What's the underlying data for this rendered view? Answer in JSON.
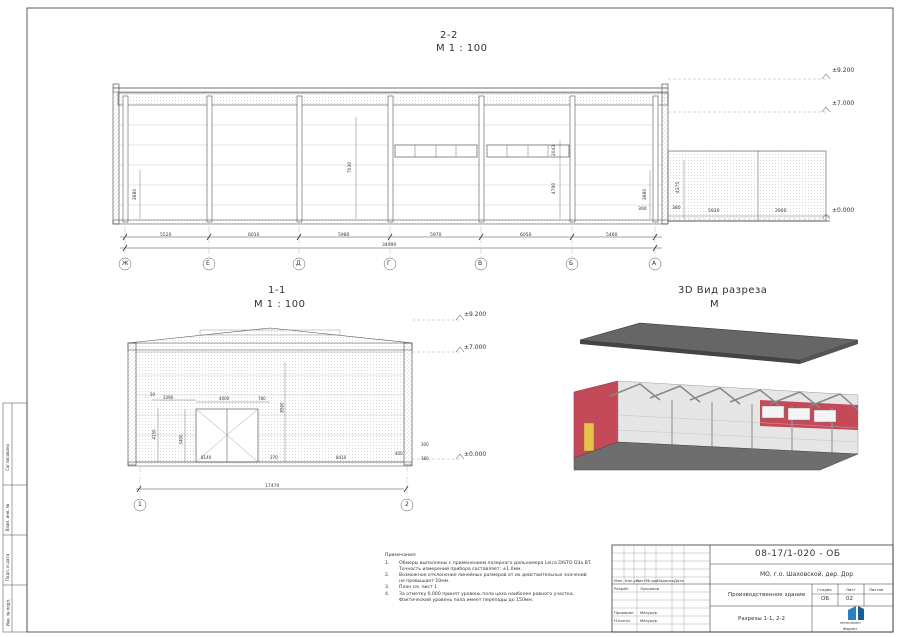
{
  "section22": {
    "title": "2-2",
    "scale": "М  1 : 100",
    "levels": [
      "±9.200",
      "±7.000",
      "±0.000"
    ],
    "spans": [
      "5520",
      "6010",
      "5980",
      "5970",
      "6050",
      "5460"
    ],
    "overall": "34990",
    "axes": [
      "Ж",
      "Е",
      "Д",
      "Г",
      "В",
      "Б",
      "А"
    ],
    "annex_dims": [
      "5920",
      "2900"
    ],
    "vertical_dims": [
      "3680",
      "7030",
      "4790",
      "2043",
      "3680",
      "4375",
      "300",
      "380"
    ]
  },
  "section11": {
    "title": "1-1",
    "scale": "М  1 : 100",
    "levels": [
      "±9.200",
      "±7.000",
      "±0.000"
    ],
    "overall": "17470",
    "axes": [
      "1",
      "2"
    ],
    "dims": [
      "3390",
      "4000",
      "780",
      "8140",
      "8410",
      "400",
      "4150",
      "3400",
      "8560",
      "300",
      "380",
      "270",
      "50"
    ]
  },
  "view3d": {
    "title": "3D Вид разреза",
    "scale": "М"
  },
  "notes": {
    "header": "Примечания:",
    "items": [
      {
        "n": "1.",
        "text": "Обмеры выполнены с применением лазерного дальномера Leica DISTO D3a BT."
      },
      {
        "n": "",
        "text": "Точность измерений прибора составляет: ±1.0мм."
      },
      {
        "n": "2.",
        "text": "Возможное отклонение линейных размеров от их действительных значений"
      },
      {
        "n": "",
        "text": "не превышает 10мм."
      },
      {
        "n": "3.",
        "text": "План см. лист 1"
      },
      {
        "n": "4.",
        "text": "За отметку 0.000 принят уровень пола цеха наиболее ровного участка."
      },
      {
        "n": "",
        "text": "Фактический уровень пола имеет перепады до 150мм."
      }
    ]
  },
  "titleblock": {
    "code": "08-17/1-020 - ОБ",
    "location": "МО, г.о. Шаховской, дер. Дор",
    "object": "Производственное здание",
    "sheet_name": "Разрезы 1-1, 2-2",
    "col_headers": [
      "Изм.",
      "Кол.уч.",
      "Лист",
      "№ док.",
      "Подпись",
      "Дата"
    ],
    "stage_header": "Стадия",
    "sheet_header": "Лист",
    "sheets_header": "Листов",
    "stage": "ОБ",
    "sheet": "02",
    "roles": [
      {
        "role": "Разраб.",
        "name": "Лукьянов"
      },
      {
        "role": "Проверил",
        "name": "Мазуров"
      },
      {
        "role": "Н.контр.",
        "name": "Мазуров"
      }
    ],
    "format": "Формат",
    "logo_text": "ПЕТРОПРОЕКТ"
  },
  "left_strip": [
    "Согласовано",
    "Взам. инв. №",
    "Подп. и дата",
    "Инв. № подл."
  ]
}
